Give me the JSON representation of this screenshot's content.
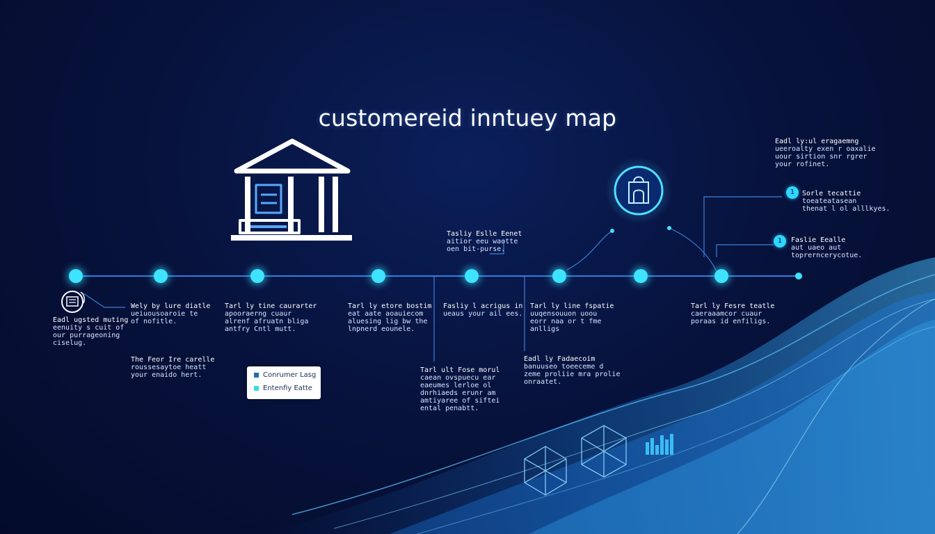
{
  "title": "customereid inntuey map",
  "notes": {
    "n1": [
      "Eadl ugsted muting",
      "eenuity s cuit of",
      "our purrageoning",
      "ciselug."
    ],
    "n2": [
      "Wely by lure diatle",
      "ueiuousoaroie te",
      "of nofitle."
    ],
    "n3": [
      "The Feor Ire carelle",
      "roussesaytoe heatt",
      "your enaido hert."
    ],
    "n4": [
      "Tarl ly tine caurarter",
      "apooraerng cuaur",
      "alrenf afruatn bliga",
      "antfry Cntl mutt."
    ],
    "n5": [
      "Tarl ly etore bostim",
      "eat aate aoauiecom",
      "aluesing lig bw the",
      "lnpnerd eounele."
    ],
    "n6": [
      "Tasliy Eslle Eenet",
      "aitior eeu waotte",
      "oen bit-purse."
    ],
    "n7": [
      "Fasliy l acrigus in",
      "ueaus your ail ees."
    ],
    "n8": [
      "Tarl ult Fose morul",
      "caean ovspuecu ear",
      "eaeumes lerloe ol",
      "dnrhiaeds erunr am",
      "amtiyaree of siftei",
      "ental penabtt."
    ],
    "n9": [
      "Tarl ly line fspatie",
      "uuqensouuon uoou",
      "eorr naa or t fme",
      "anlligs"
    ],
    "n10": [
      "Eadl ly Fadaecoim",
      "banuuseo toeeceme d",
      "zeme proliie mra prolie",
      "onraatet."
    ],
    "n11": [
      "Tarl ly Fesre teatle",
      "caeraaamcor cuaur",
      "poraas id enfiligs."
    ],
    "n12": [
      "Eadl ly:ul eragaemng",
      "ueeroalty exen r oaxalie",
      "uour sirtion snr rgrer",
      "your rofinet."
    ],
    "n13": [
      "Sorle tecattie",
      "toeateatasean",
      "thenat l ol alllkyes."
    ],
    "n14": [
      "Faslie Eealle",
      "aut uaeo aut",
      "toprerncerycotue."
    ]
  },
  "callouts": {
    "c1": "1",
    "c2": "1"
  },
  "legend": {
    "items": [
      {
        "label": "Conrumer Lasg",
        "color": "#1f6fb0"
      },
      {
        "label": "Entenfiy Eatte",
        "color": "#3ed8e8"
      }
    ]
  },
  "colors": {
    "accent": "#3ee3ff",
    "line": "#2f7de0",
    "bg": "#07133e"
  },
  "icons": [
    "bank-icon",
    "shop-bag-icon",
    "id-card-icon",
    "polyhedron-icon",
    "bar-chart-icon"
  ]
}
